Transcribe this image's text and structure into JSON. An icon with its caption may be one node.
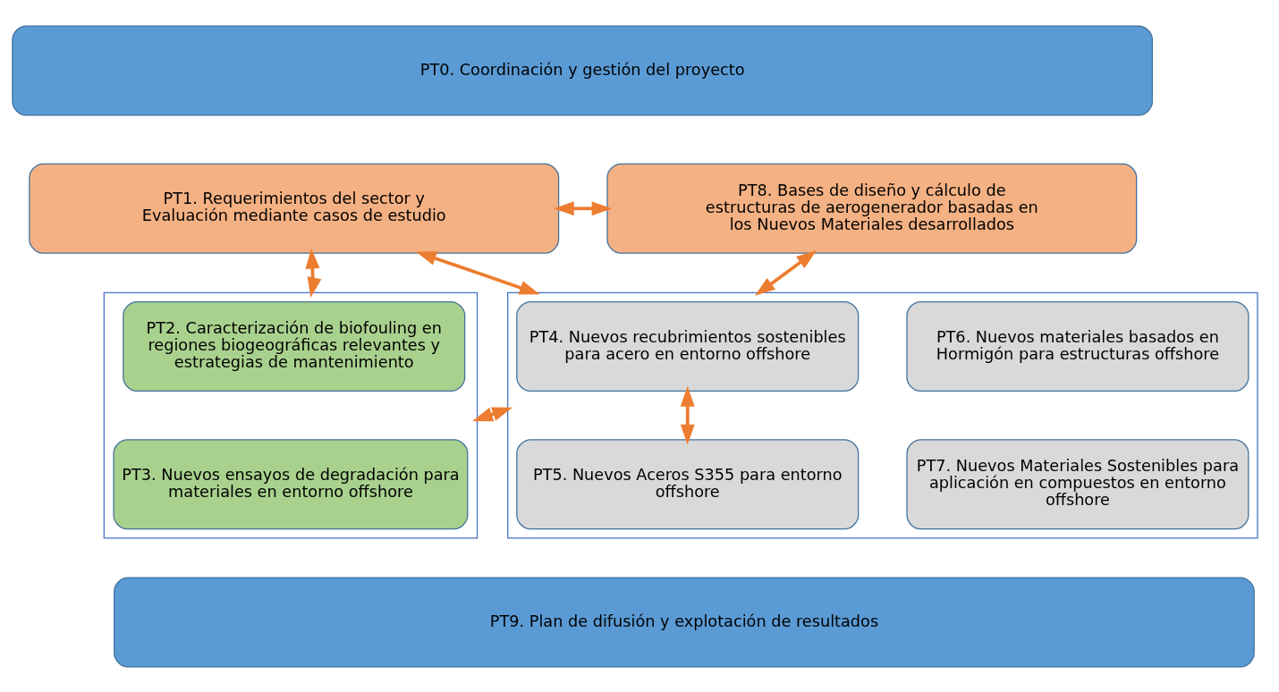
{
  "diagram": {
    "nodes": [
      {
        "text": [
          "PT0. Coordinación y gestión del proyecto"
        ]
      },
      {
        "text": [
          "PT1. Requerimientos del sector y Evaluación mediante casos de estudio"
        ]
      },
      {
        "text": [
          "PT8. Bases de diseño y cálculo de estructuras de aerogenerador basadas en los Nuevos Materiales desarrollados"
        ]
      },
      {
        "text": [],
        "shape": "box"
      },
      {
        "text": [
          "PT2. Caracterización de biofouling en regiones biogeográficas relevantes y estrategias de mantenimiento"
        ],
        "in": 3
      },
      {
        "text": [
          "PT3. Nuevos ensayos de degradación para materiales en entorno offshore"
        ],
        "in": 3
      },
      {
        "text": [],
        "shape": "box"
      },
      {
        "text": [
          "PT4. Nuevos recubrimientos sostenibles para acero en entorno offshore"
        ],
        "in": 6
      },
      {
        "text": [
          "PT6. Nuevos materiales basados en Hormigón para estructuras offshore"
        ],
        "in": 6
      },
      {
        "text": [
          "PT5. Nuevos Aceros S355 para entorno offshore"
        ],
        "in": 6
      },
      {
        "text": [
          "PT7. Nuevos Materiales Sostenibles para aplicación en compuestos en entorno offshore"
        ],
        "in": 6
      },
      {
        "text": [
          "PT9. Plan de difusión y explotación de resultados"
        ]
      }
    ],
    "edges": [
      {
        "from": 1,
        "to": 2,
        "arrow": "both"
      },
      {
        "from": 1,
        "to": 3,
        "arrow": "both"
      },
      {
        "from": 1,
        "to": 6,
        "arrow": "both"
      },
      {
        "from": 2,
        "to": 6,
        "arrow": "both"
      },
      {
        "from": 3,
        "to": 6,
        "arrow": "both"
      },
      {
        "from": 7,
        "to": 9,
        "arrow": "both"
      }
    ]
  }
}
